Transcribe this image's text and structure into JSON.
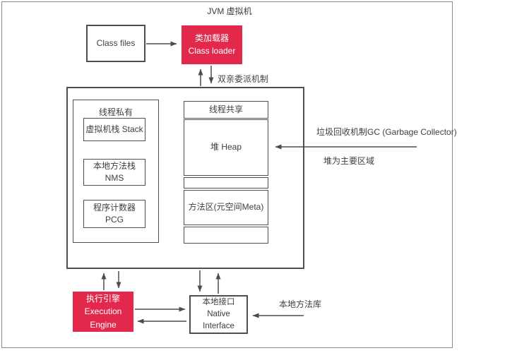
{
  "title": "JVM 虚拟机",
  "nodes": {
    "class_files": "Class files",
    "class_loader": {
      "zh": "类加载器",
      "en": "Class loader"
    },
    "thread_private": {
      "header": "线程私有",
      "stack": "虚拟机栈 Stack",
      "nms_zh": "本地方法栈",
      "nms_en": "NMS",
      "pcg_zh": "程序计数器",
      "pcg_en": "PCG"
    },
    "thread_shared": {
      "header": "线程共享",
      "heap": "堆 Heap",
      "meta": "方法区(元空间Meta)"
    },
    "execution_engine": {
      "zh": "执行引擎",
      "en1": "Execution",
      "en2": "Engine"
    },
    "native_interface": {
      "zh": "本地接口",
      "en": "Native Interface"
    }
  },
  "labels": {
    "delegation": "双亲委派机制",
    "gc": "垃圾回收机制GC (Garbage Collector)",
    "heap_note": "堆为主要区域",
    "native_lib": "本地方法库"
  },
  "colors": {
    "accent_red": "#e2294b",
    "line": "#4d4d4d",
    "text": "#3f3f3f",
    "frame": "#8a8a8a"
  }
}
